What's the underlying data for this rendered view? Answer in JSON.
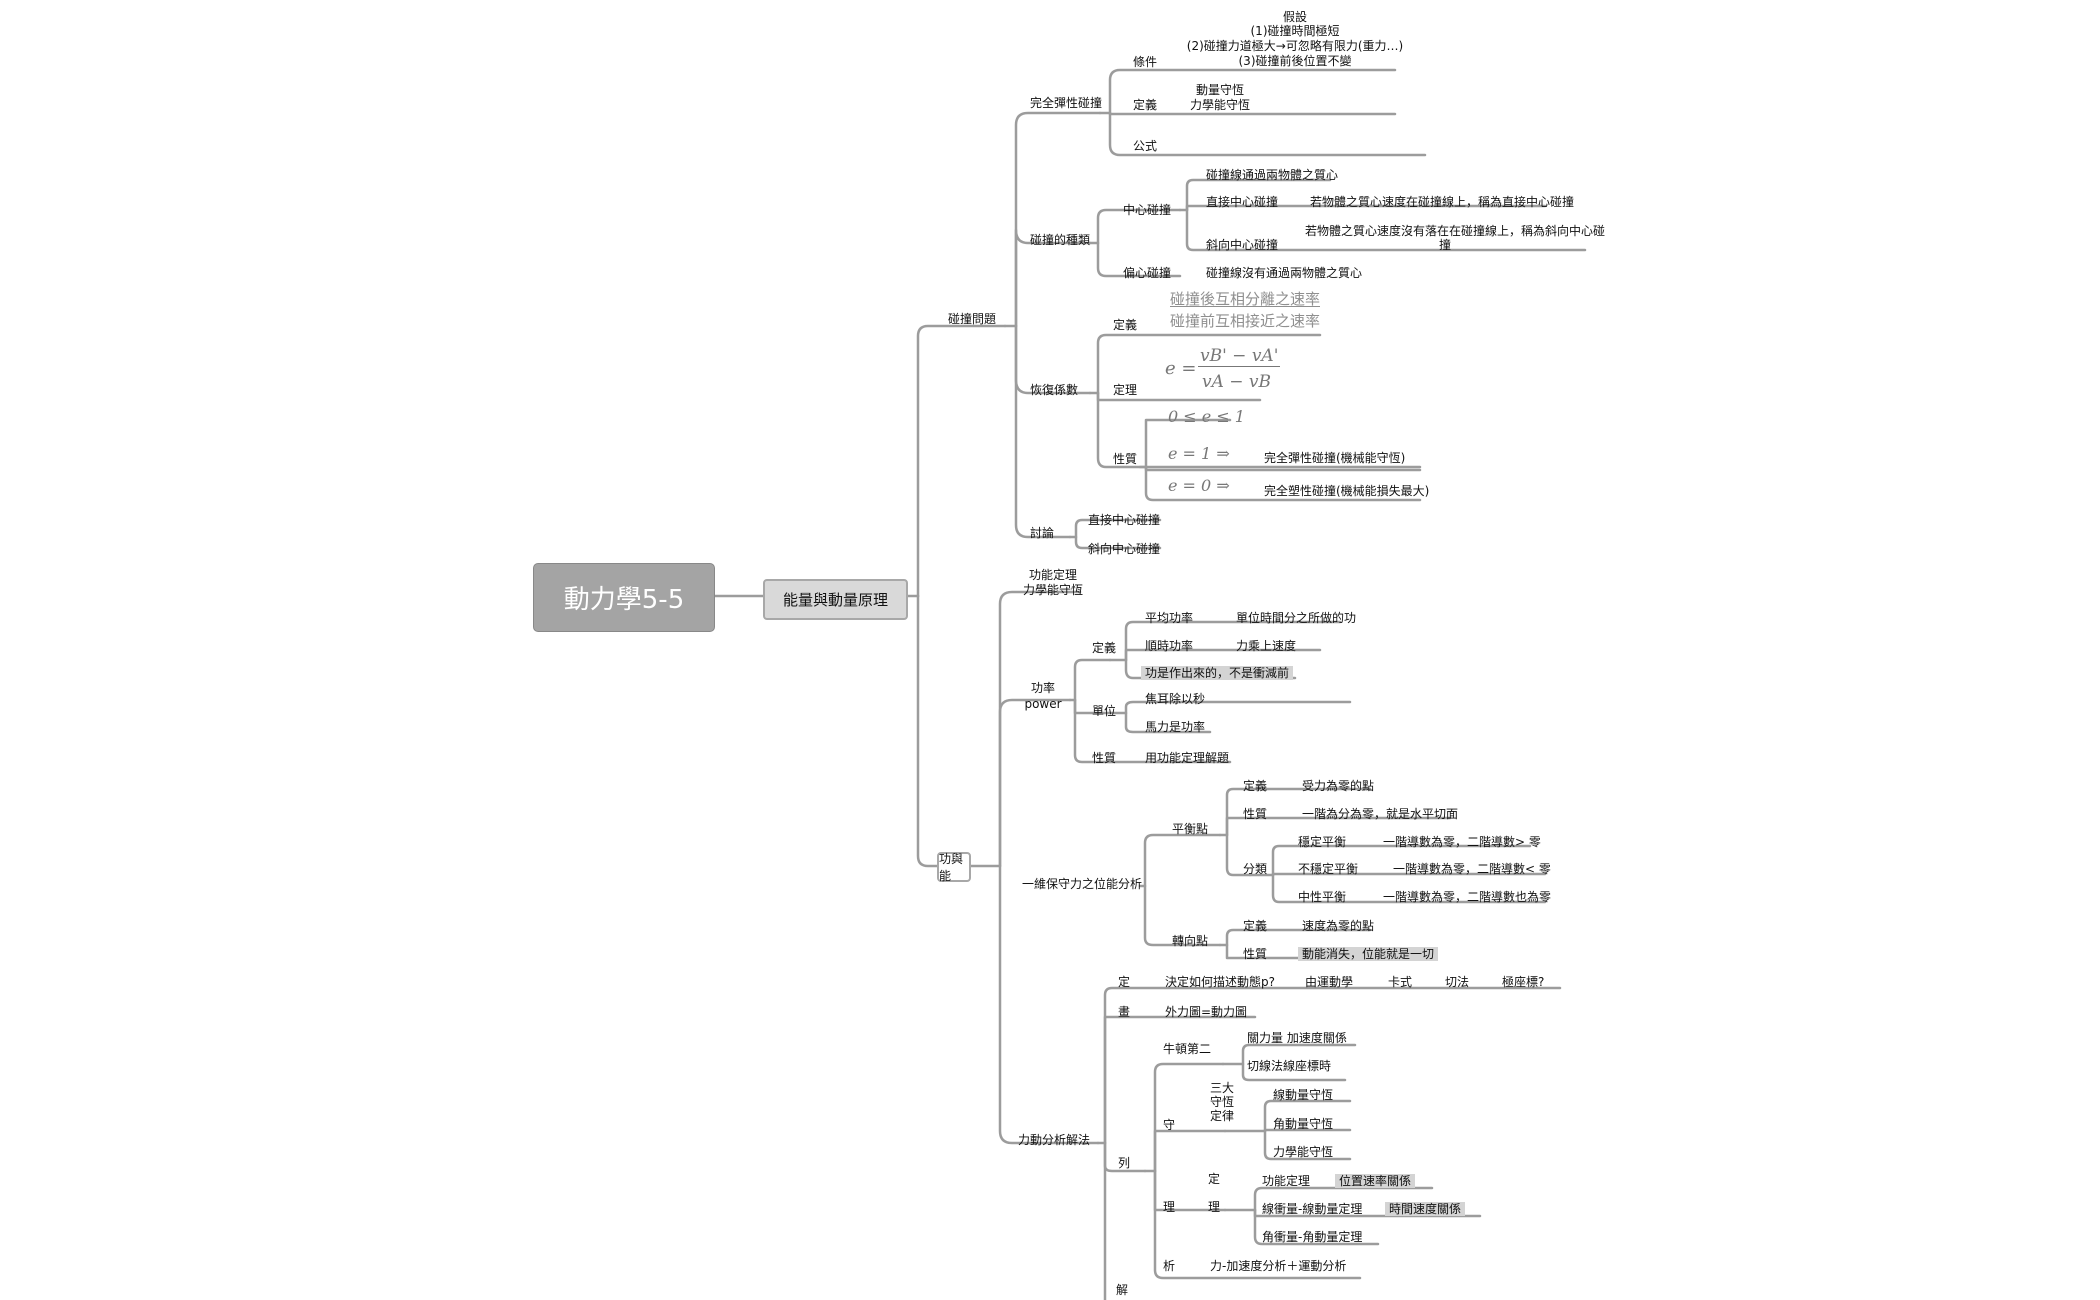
{
  "root": "動力學5-5",
  "main": "能量與動量原理",
  "b1": {
    "label": "碰撞問題",
    "perfect": {
      "label": "完全彈性碰撞",
      "condition": {
        "label": "條件",
        "lines": [
          "假設",
          "(1)碰撞時間極短",
          "(2)碰撞力道極大→可忽略有限力(重力…)",
          "(3)碰撞前後位置不變"
        ]
      },
      "definition": {
        "label": "定義",
        "lines": [
          "動量守恆",
          "力學能守恆"
        ]
      },
      "formula": {
        "label": "公式"
      }
    },
    "types": {
      "label": "碰撞的種類",
      "central": {
        "label": "中心碰撞",
        "desc": "碰撞線通過兩物體之質心",
        "direct": {
          "label": "直接中心碰撞",
          "desc": "若物體之質心速度在碰撞線上，稱為直接中心碰撞"
        },
        "oblique": {
          "label": "斜向中心碰撞",
          "desc_lines": [
            "若物體之質心速度沒有落在在碰撞線上，稱為斜向中心碰",
            "撞"
          ]
        }
      },
      "eccentric": {
        "label": "偏心碰撞",
        "desc": "碰撞線沒有通過兩物體之質心"
      }
    },
    "restitution": {
      "label": "恢復係數",
      "definition": {
        "label": "定義",
        "numerator": "碰撞後互相分離之速率",
        "denominator": "碰撞前互相接近之速率"
      },
      "theorem": {
        "label": "定理",
        "lhs": "e =",
        "num": "vB' − vA'",
        "den": "vA − vB"
      },
      "property": {
        "label": "性質",
        "range": "0 ≤ e ≤ 1",
        "e1": "e = 1 ⇒",
        "e1_text": "完全彈性碰撞(機械能守恆)",
        "e0": "e = 0 ⇒",
        "e0_text": "完全塑性碰撞(機械能損失最大)"
      }
    },
    "discussion": {
      "label": "討論",
      "items": [
        "直接中心碰撞",
        "斜向中心碰撞"
      ]
    }
  },
  "b2": {
    "label": "功與能",
    "theorem": [
      "功能定理",
      "力學能守恆"
    ],
    "power": {
      "label": [
        "功率",
        "power"
      ],
      "definition": {
        "label": "定義",
        "avg": "平均功率",
        "avg_desc": "單位時間分之所做的功",
        "inst": "順時功率",
        "inst_desc": "力乘上速度",
        "note": "功是作出來的，不是衝減前"
      },
      "unit": {
        "label": "單位",
        "items": [
          "焦耳除以秒",
          "馬力是功率"
        ]
      },
      "property": {
        "label": "性質",
        "desc": "用功能定理解題"
      }
    },
    "potential": {
      "label": "一維保守力之位能分析",
      "equilibrium": {
        "label": "平衡點",
        "definition": {
          "label": "定義",
          "desc": "受力為零的點"
        },
        "property": {
          "label": "性質",
          "desc": "一階為分為零，就是水平切面"
        },
        "classes": {
          "label": "分類",
          "items": [
            {
              "name": "穩定平衡",
              "desc": "一階導數為零，二階導數> 零"
            },
            {
              "name": "不穩定平衡",
              "desc": "一階導數為零，二階導數< 零"
            },
            {
              "name": "中性平衡",
              "desc": "一階導數為零，二階導數也為零"
            }
          ]
        }
      },
      "turning": {
        "label": "轉向點",
        "definition": {
          "label": "定義",
          "desc": "速度為零的點"
        },
        "property": {
          "label": "性質",
          "desc": "動能消失，位能就是一切"
        }
      }
    },
    "method": {
      "label": "力動分析解法",
      "ding": {
        "label": "定",
        "q": "決定如何描述動態p?",
        "opts": [
          "由運動學",
          "卡式",
          "切法",
          "極座標?"
        ]
      },
      "hua": {
        "label": "畫",
        "desc": "外力圖=動力圖"
      },
      "lie": {
        "label": "列",
        "newton": {
          "label": "牛頓第二",
          "items": [
            "關力量 加速度關係",
            "切線法線座標時"
          ]
        },
        "shou": {
          "label": "守",
          "sub_label": [
            "三大",
            "守恆",
            "定律"
          ],
          "items": [
            "線動量守恆",
            "角動量守恆",
            "力學能守恆"
          ]
        },
        "li": {
          "label": "理",
          "ding": "定",
          "sub": "理",
          "items": [
            {
              "name": "功能定理",
              "tag": "位置速率關係"
            },
            {
              "name": "線衝量-線動量定理",
              "tag": "時間速度關係"
            },
            {
              "name": "角衝量-角動量定理"
            }
          ]
        },
        "xi": {
          "label": "析",
          "desc": "力-加速度分析＋運動分析"
        }
      },
      "jie": {
        "label": "解"
      }
    }
  }
}
